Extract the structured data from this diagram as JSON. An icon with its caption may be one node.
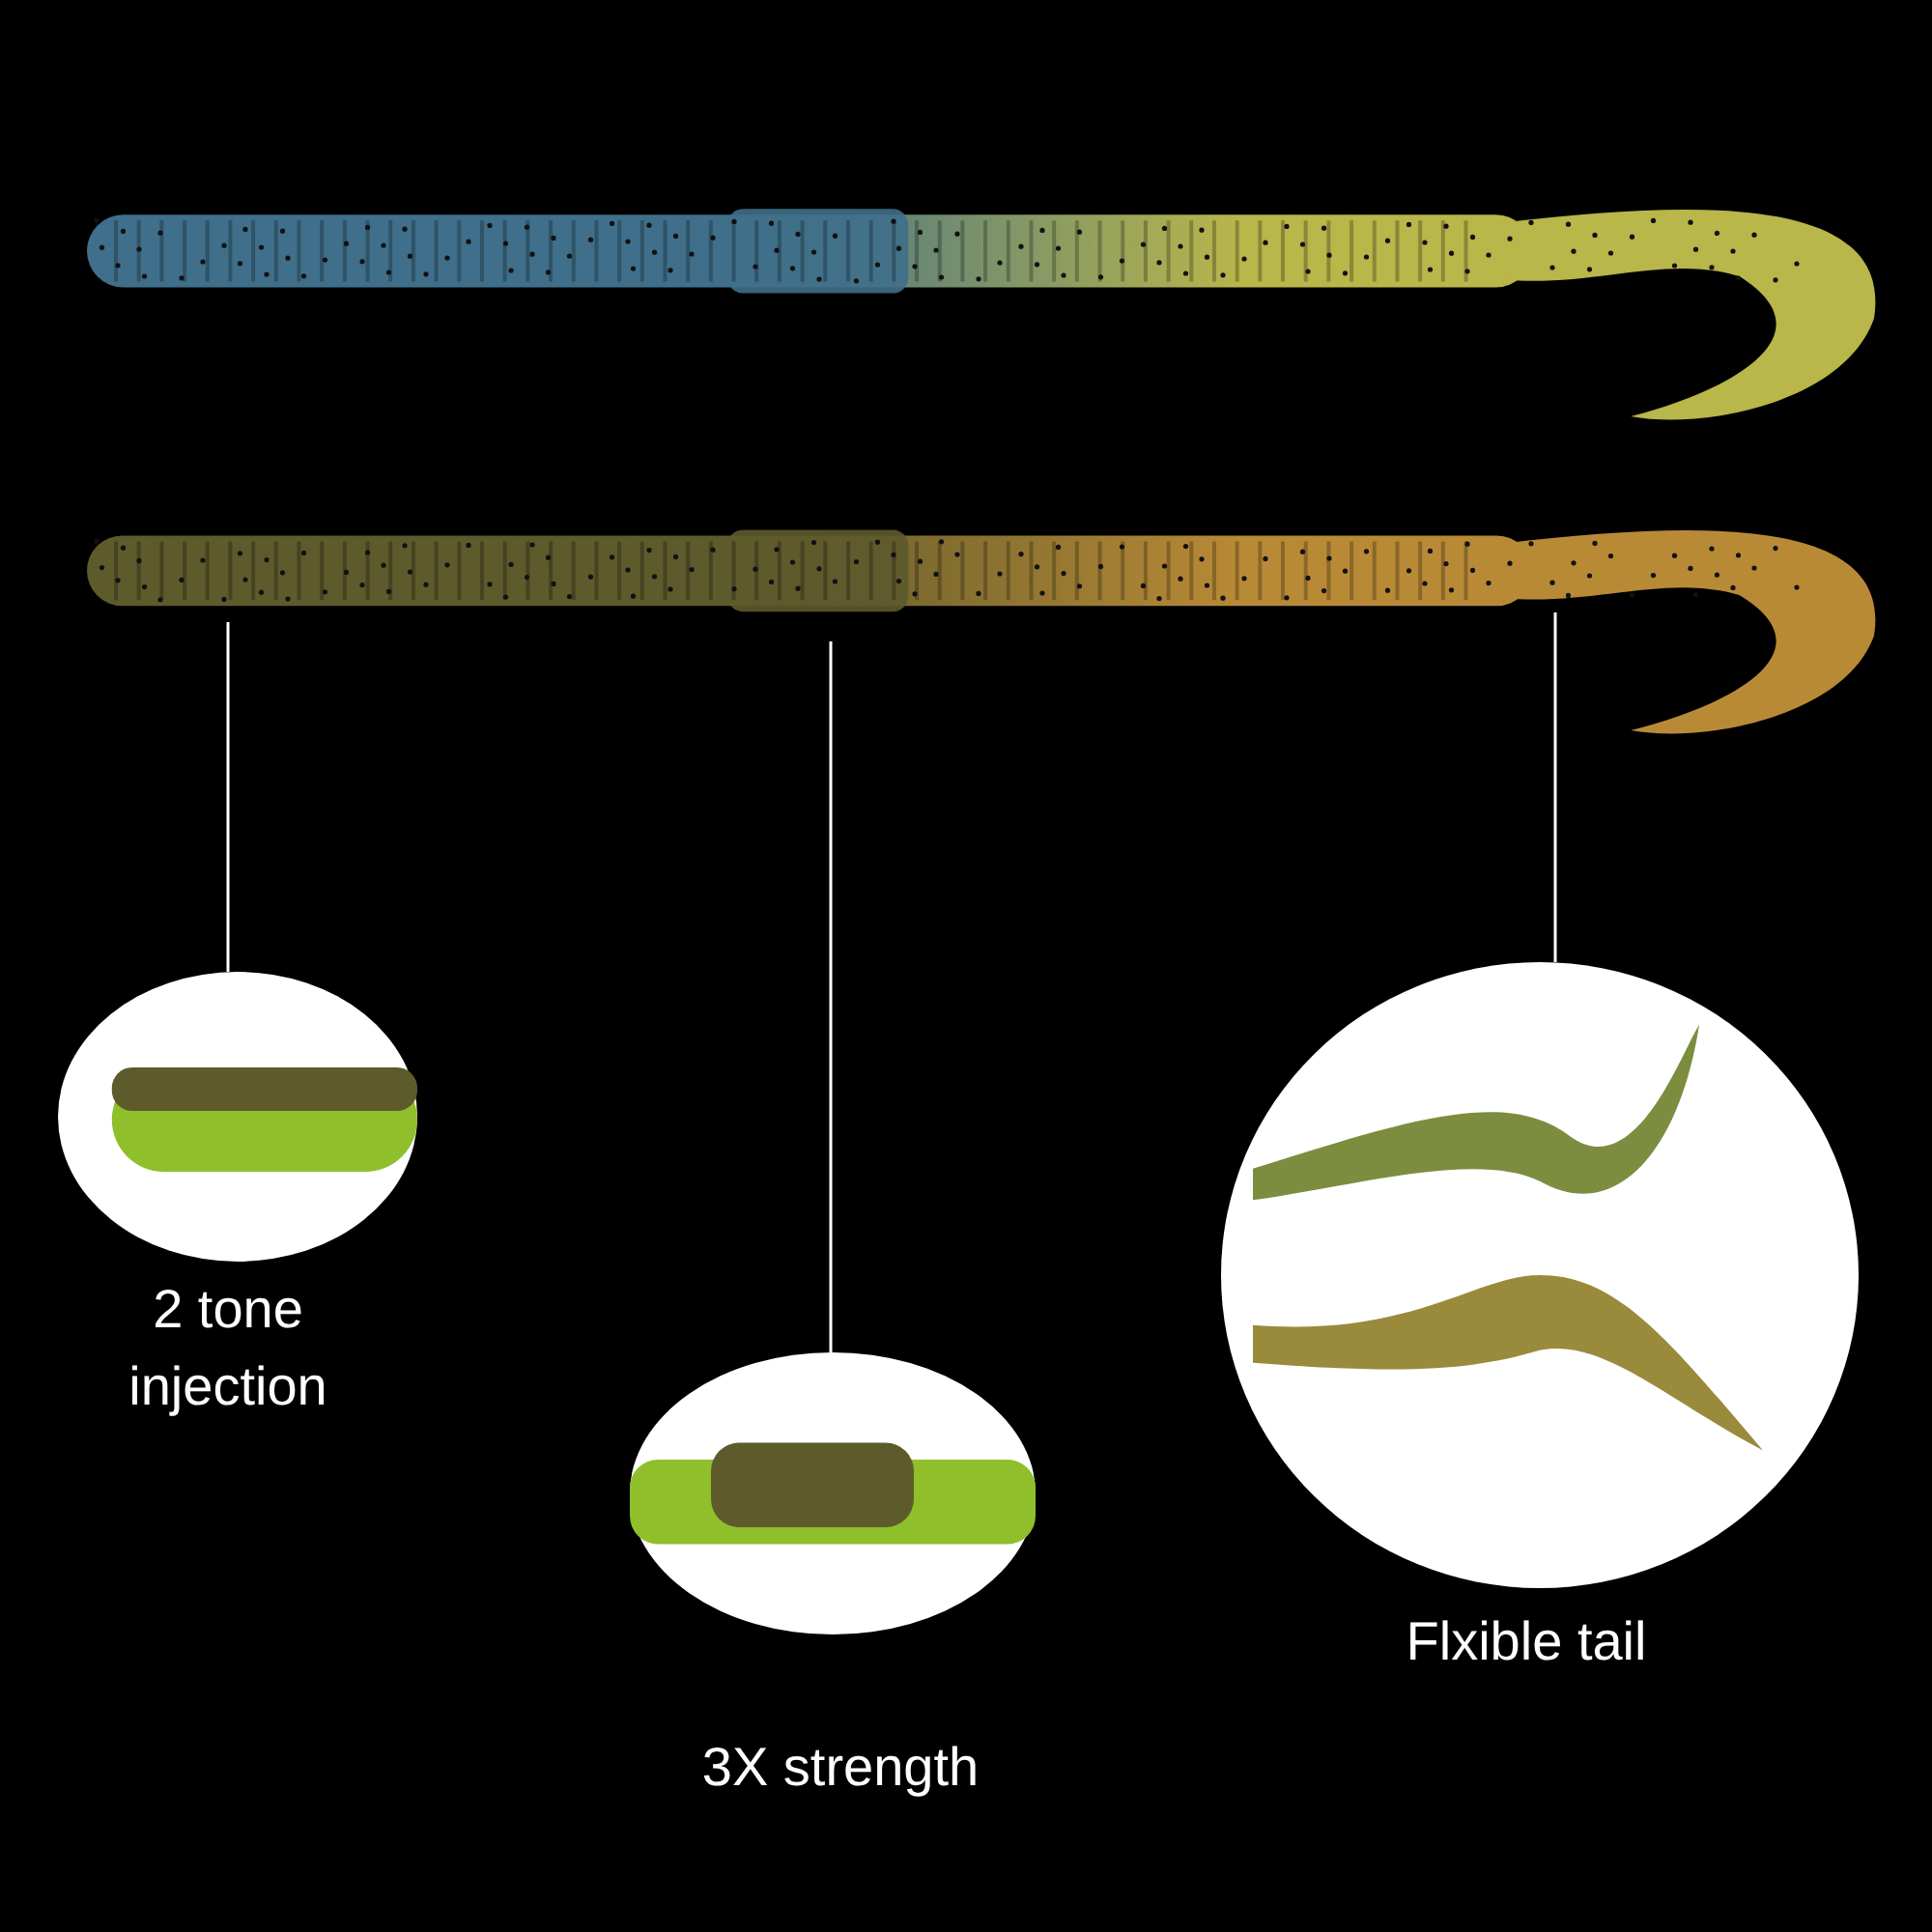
{
  "diagram": {
    "nodes": [
      {
        "text": [],
        "shape": "picture"
      },
      {
        "text": [],
        "shape": "picture"
      },
      {
        "text": [],
        "shape": "circle",
        "beside": [
          "2 tone injection"
        ]
      },
      {
        "text": [],
        "shape": "circle",
        "beside": [
          "3X strength"
        ]
      },
      {
        "text": [],
        "shape": "circle",
        "beside": [
          "Flxible tail"
        ]
      }
    ],
    "edges": [
      {
        "from": 1,
        "to": 2,
        "arrow": "none"
      },
      {
        "from": 1,
        "to": 3,
        "arrow": "none"
      },
      {
        "from": 1,
        "to": 4,
        "arrow": "none"
      }
    ]
  }
}
